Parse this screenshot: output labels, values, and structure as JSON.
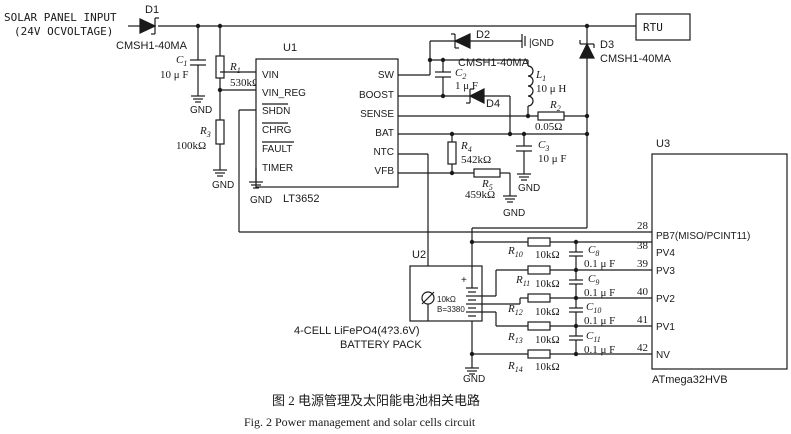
{
  "input": {
    "line1": "SOLAR PANEL INPUT",
    "line2": "(24V OCVOLTAGE)"
  },
  "rtu": {
    "label": "RTU"
  },
  "d1": {
    "ref": "D1",
    "part": "CMSH1-40MA"
  },
  "d2": {
    "ref": "D2",
    "part": "CMSH1-40MA"
  },
  "d3": {
    "ref": "D3",
    "part": "CMSH1-40MA"
  },
  "d4": {
    "ref": "D4"
  },
  "c1": {
    "ref": "C",
    "sub": "1",
    "value": "10 μ F"
  },
  "c2": {
    "ref": "C",
    "sub": "2",
    "value": "1 μ F"
  },
  "c3": {
    "ref": "C",
    "sub": "3",
    "value": "10 μ F"
  },
  "r1": {
    "ref": "R",
    "sub": "1",
    "value": "530kΩ"
  },
  "r2": {
    "ref": "R",
    "sub": "2",
    "value": "0.05Ω"
  },
  "r3": {
    "ref": "R",
    "sub": "3",
    "value": "100kΩ"
  },
  "r4": {
    "ref": "R",
    "sub": "4",
    "value": "542kΩ"
  },
  "r5": {
    "ref": "R",
    "sub": "5",
    "value": "459kΩ"
  },
  "l1": {
    "ref": "L",
    "sub": "1",
    "value": "10 μ H"
  },
  "gnd": {
    "label": "GND",
    "label_pipe": "|GND"
  },
  "u1": {
    "ref": "U1",
    "name": "LT3652",
    "pins_left": [
      "VIN",
      "VIN_REG",
      "SHDN",
      "CHRG",
      "FAULT",
      "TIMER"
    ],
    "pins_right": [
      "SW",
      "BOOST",
      "SENSE",
      "BAT",
      "NTC",
      "VFB"
    ]
  },
  "u2": {
    "ref": "U2",
    "thermistor_value": "10kΩ",
    "thermistor_beta": "B=3380",
    "pack_line1": "4-CELL LiFePO4(4?3.6V)",
    "pack_line2": "BATTERY PACK",
    "plus": "+"
  },
  "u3": {
    "ref": "U3",
    "name": "ATmega32HVB",
    "pins": [
      {
        "num": "28",
        "label": "PB7(MISO/PCINT11)"
      },
      {
        "num": "38",
        "label": "PV4"
      },
      {
        "num": "39",
        "label": "PV3"
      },
      {
        "num": "40",
        "label": "PV2"
      },
      {
        "num": "41",
        "label": "PV1"
      },
      {
        "num": "42",
        "label": "NV"
      }
    ]
  },
  "divider_r": [
    {
      "ref": "R",
      "sub": "10",
      "value": "10kΩ"
    },
    {
      "ref": "R",
      "sub": "11",
      "value": "10kΩ"
    },
    {
      "ref": "R",
      "sub": "12",
      "value": "10kΩ"
    },
    {
      "ref": "R",
      "sub": "13",
      "value": "10kΩ"
    },
    {
      "ref": "R",
      "sub": "14",
      "value": "10kΩ"
    }
  ],
  "divider_c": [
    {
      "ref": "C",
      "sub": "8",
      "value": "0.1 μ F"
    },
    {
      "ref": "C",
      "sub": "9",
      "value": "0.1 μ F"
    },
    {
      "ref": "C",
      "sub": "10",
      "value": "0.1 μ F"
    },
    {
      "ref": "C",
      "sub": "11",
      "value": "0.1 μ F"
    }
  ],
  "caption": {
    "zh": "图 2   电源管理及太阳能电池相关电路",
    "en": "Fig. 2   Power management and solar cells circuit"
  }
}
